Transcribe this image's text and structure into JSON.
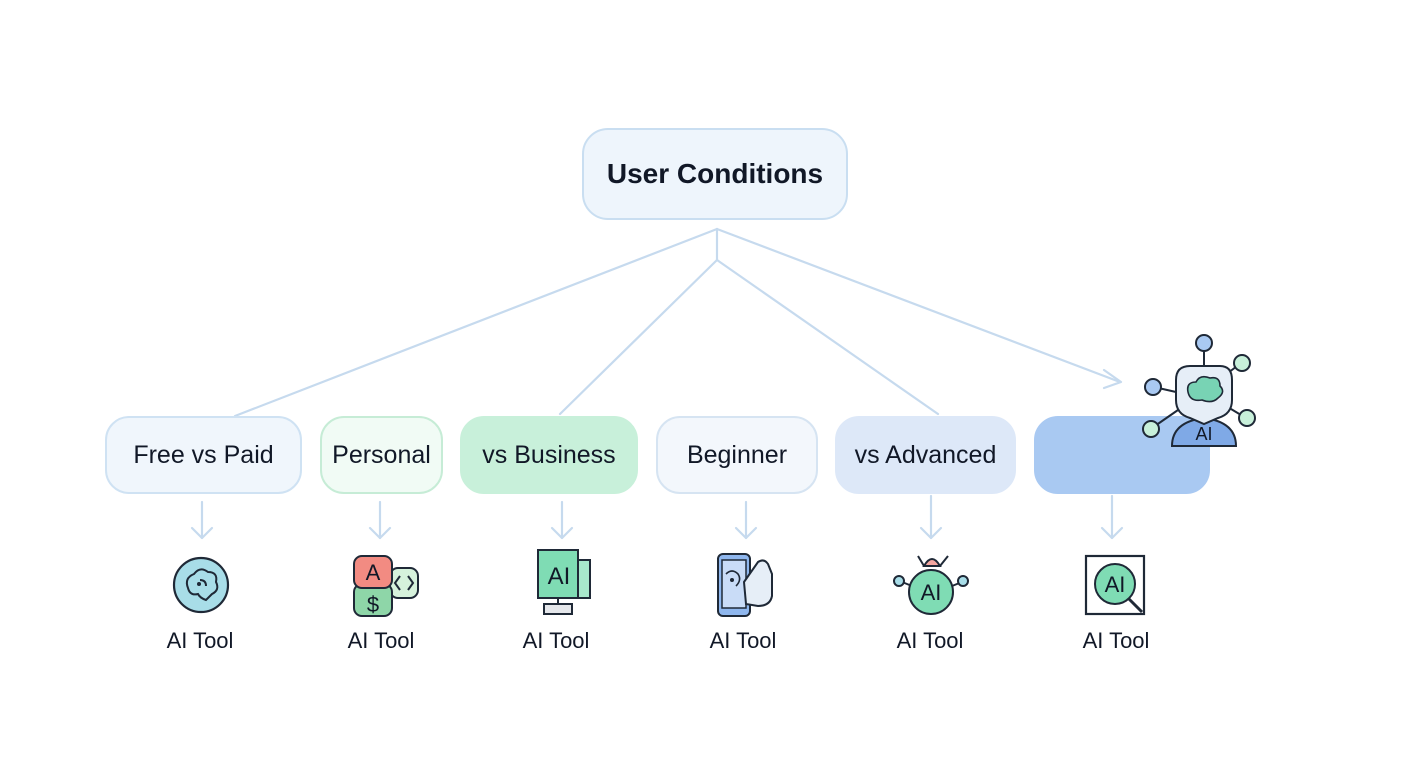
{
  "root": {
    "label": "User Conditions"
  },
  "categories": [
    {
      "label": "Free vs Paid"
    },
    {
      "label": "Personal"
    },
    {
      "label": "vs Business"
    },
    {
      "label": "Beginner"
    },
    {
      "label": "vs Advanced"
    },
    {
      "label": ""
    }
  ],
  "tools": [
    {
      "label": "AI Tool",
      "icon": "brain-circle-icon"
    },
    {
      "label": "AI Tool",
      "icon": "ai-dollar-code-icon"
    },
    {
      "label": "AI Tool",
      "icon": "ai-chip-monitor-icon"
    },
    {
      "label": "AI Tool",
      "icon": "phone-hand-icon"
    },
    {
      "label": "AI Tool",
      "icon": "ai-robot-bulb-icon"
    },
    {
      "label": "AI Tool",
      "icon": "ai-search-icon"
    }
  ],
  "network_icon": {
    "icon": "ai-network-head-icon",
    "label": "AI"
  },
  "icon_texts": {
    "tool2_letter": "A",
    "tool2_symbol": "$",
    "tool3_text": "AI",
    "tool5_text": "AI",
    "tool6_text": "AI"
  },
  "colors": {
    "connector": "#c6daee",
    "icon_stroke": "#1f2937",
    "accent_blue": "#a9c9f2",
    "accent_green": "#c8f0da"
  }
}
